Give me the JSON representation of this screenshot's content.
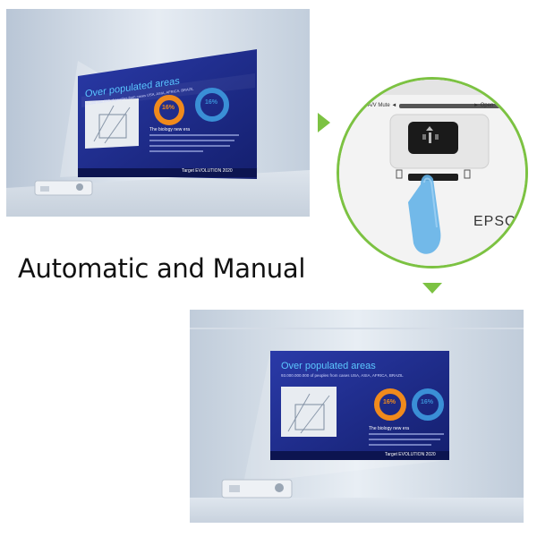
{
  "caption": "Automatic and Manual",
  "screen": {
    "title": "Over populated areas",
    "subtitle": "93.000.000.000 of peoples from cases USA, ASIA, AFRICA, BRAZIL",
    "pct1": "16%",
    "pct2": "16%",
    "body_heading": "The biology new era",
    "footer": "Target EVOLUTION 2020"
  },
  "control": {
    "av_mute_label": "A/V Mute ◄",
    "open_label": "► Open",
    "brand": "EPSO"
  },
  "colors": {
    "arrow": "#7cc242",
    "screen_blue": "#1c2a8c",
    "ring_orange": "#f08a1c",
    "ring_blue": "#3a8fd6"
  }
}
